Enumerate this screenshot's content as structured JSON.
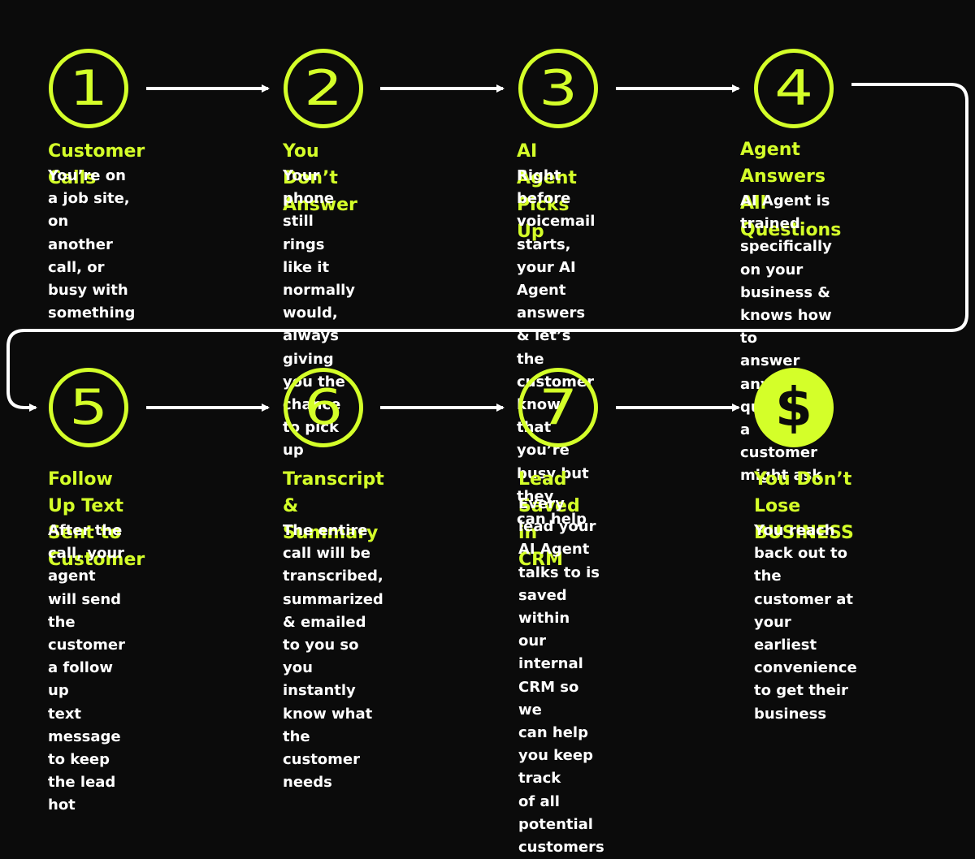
{
  "colors": {
    "accent": "#d4ff29",
    "background": "#0b0b0b",
    "text": "#ffffff",
    "connector": "#ffffff"
  },
  "steps": [
    {
      "number": "1",
      "title": "Customer Calls",
      "description": "You’re on a job site,\non another call, or\nbusy with something"
    },
    {
      "number": "2",
      "title": "You Don’t Answer",
      "description": "Your phone still rings\nlike it normally would,\nalways giving you the\nchance to pick up"
    },
    {
      "number": "3",
      "title": "AI Agent Picks Up",
      "description": "Right before voicemail\nstarts, your AI Agent\nanswers & let’s the\ncustomer know that\nyou’re busy but they\ncan help"
    },
    {
      "number": "4",
      "title": "Agent Answers All\nQuestions",
      "description": "AI Agent is trained\nspecifically on your\nbusiness & knows how to\nanswer any questions\na customer might ask"
    },
    {
      "number": "5",
      "title": "Follow Up Text\nSent to Customer",
      "description": "After the call, your\nagent will send the\ncustomer a follow up\ntext message to keep\nthe lead hot"
    },
    {
      "number": "6",
      "title": "Transcript &\nSummary",
      "description": "The entire call will be\ntranscribed, summarized\n& emailed to you so you\ninstantly know what the\ncustomer needs"
    },
    {
      "number": "7",
      "title": "Lead Saved in CRM",
      "description": "Every lead your AI Agent\ntalks to is saved within\nour internal CRM so we\ncan help you keep track\nof all potential customers"
    },
    {
      "number": "$",
      "title": "You Don’t Lose\nBUSINESS",
      "description": "You reach back out to\nthe customer at your\nearliest convenience\nto get their business"
    }
  ]
}
